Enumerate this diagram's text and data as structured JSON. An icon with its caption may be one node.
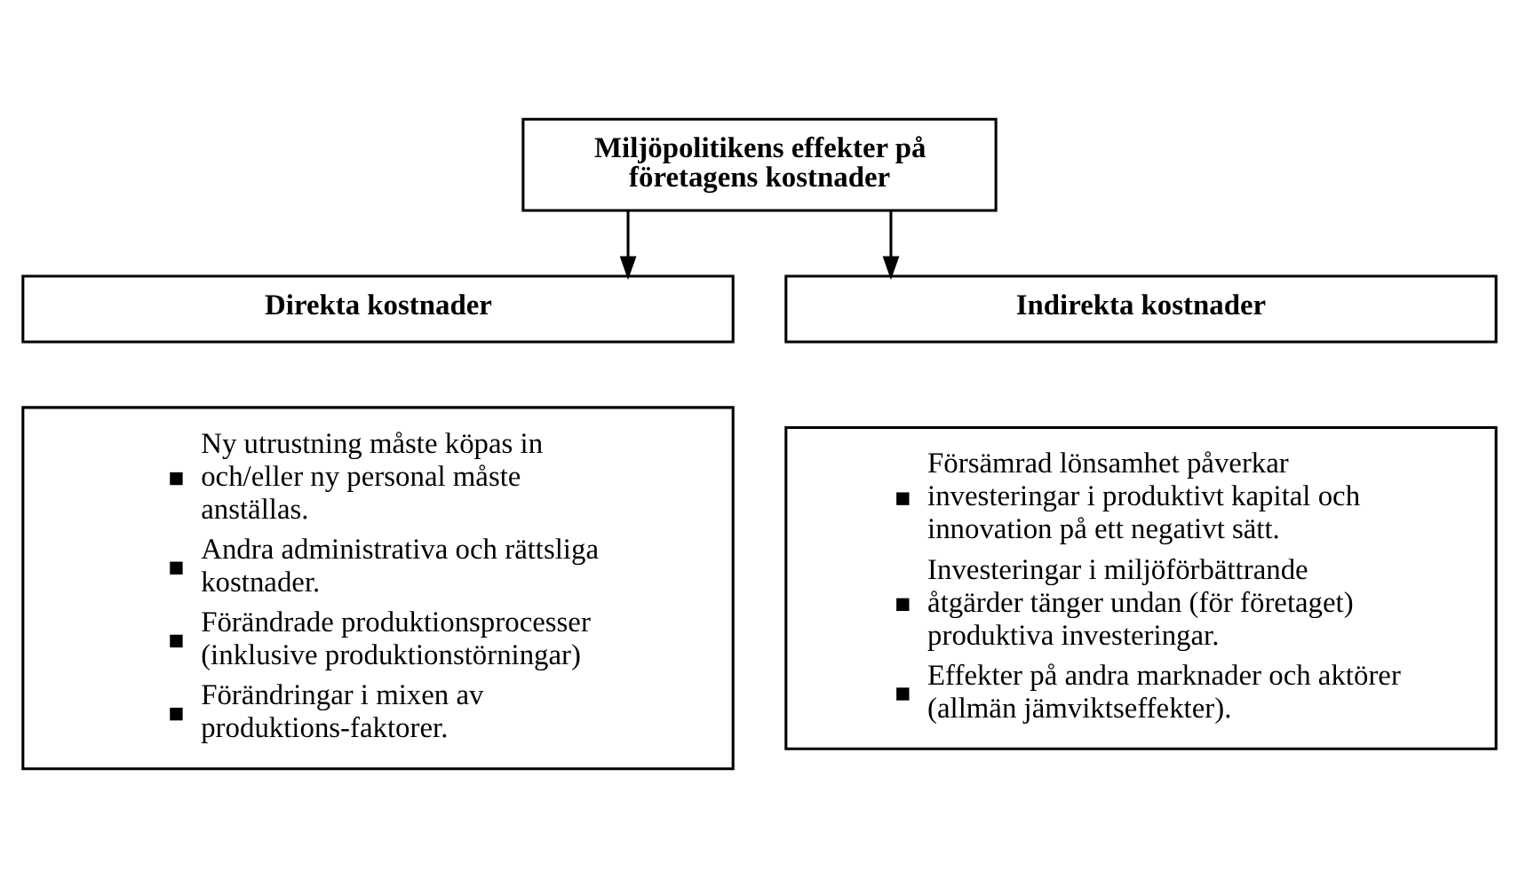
{
  "diagram": {
    "nodes": [
      {
        "text": [
          "Miljöpolitikens effekter på företagens kostnader"
        ]
      },
      {
        "text": [
          "Direkta kostnader"
        ]
      },
      {
        "text": [
          "Indirekta kostnader"
        ]
      },
      {
        "text": [
          "Ny utrustning måste köpas in och/eller ny personal måste anställas.",
          "Andra administrativa och rättsliga kostnader.",
          "Förändrade produktionsprocesser (inklusive produktionstörningar)",
          "Förändringar i mixen av produktions-faktorer."
        ]
      },
      {
        "text": [
          "Försämrad lönsamhet påverkar investeringar i produktivt kapital och innovation på ett negativt sätt.",
          "Investeringar i miljöförbättrande åtgärder tänger undan (för företaget) produktiva investeringar.",
          "Effekter på andra marknader och aktörer (allmän jämviktseffekter)."
        ]
      }
    ],
    "edges": [
      {
        "from": 0,
        "to": 1,
        "arrow": "to"
      },
      {
        "from": 0,
        "to": 2,
        "arrow": "to"
      }
    ]
  }
}
